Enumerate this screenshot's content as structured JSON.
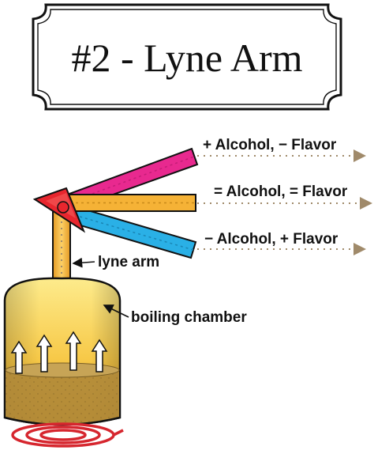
{
  "title": "#2 - Lyne Arm",
  "labels": {
    "arm_up": "+ Alcohol, − Flavor",
    "arm_level": "= Alcohol, = Flavor",
    "arm_down": "− Alcohol, + Flavor",
    "lyne_arm": "lyne arm",
    "boiling_chamber": "boiling chamber"
  },
  "colors": {
    "arm_up": "#e8298f",
    "arm_level": "#f5b236",
    "arm_down": "#2ab0e6",
    "chamber_top": "#fde47a",
    "chamber_bottom": "#d99a1e",
    "liquid": "#b08a3a",
    "heat_coil": "#d6262e",
    "swivel": "#e8262e"
  }
}
